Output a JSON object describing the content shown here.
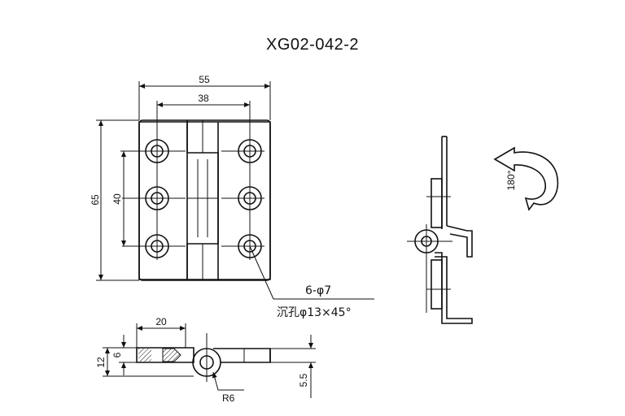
{
  "drawing_id": "XG02-042-2",
  "dimensions": {
    "overall_width": "55",
    "hole_spacing_horizontal": "38",
    "overall_height": "65",
    "hole_spacing_vertical": "40",
    "section_width": "20",
    "thickness": "6",
    "knuckle_height": "12",
    "offset": "5.5",
    "radius": "R6"
  },
  "notes": {
    "holes": "6-φ7",
    "countersink": "沉孔φ13×45°"
  },
  "rotation": {
    "angle": "180°"
  }
}
